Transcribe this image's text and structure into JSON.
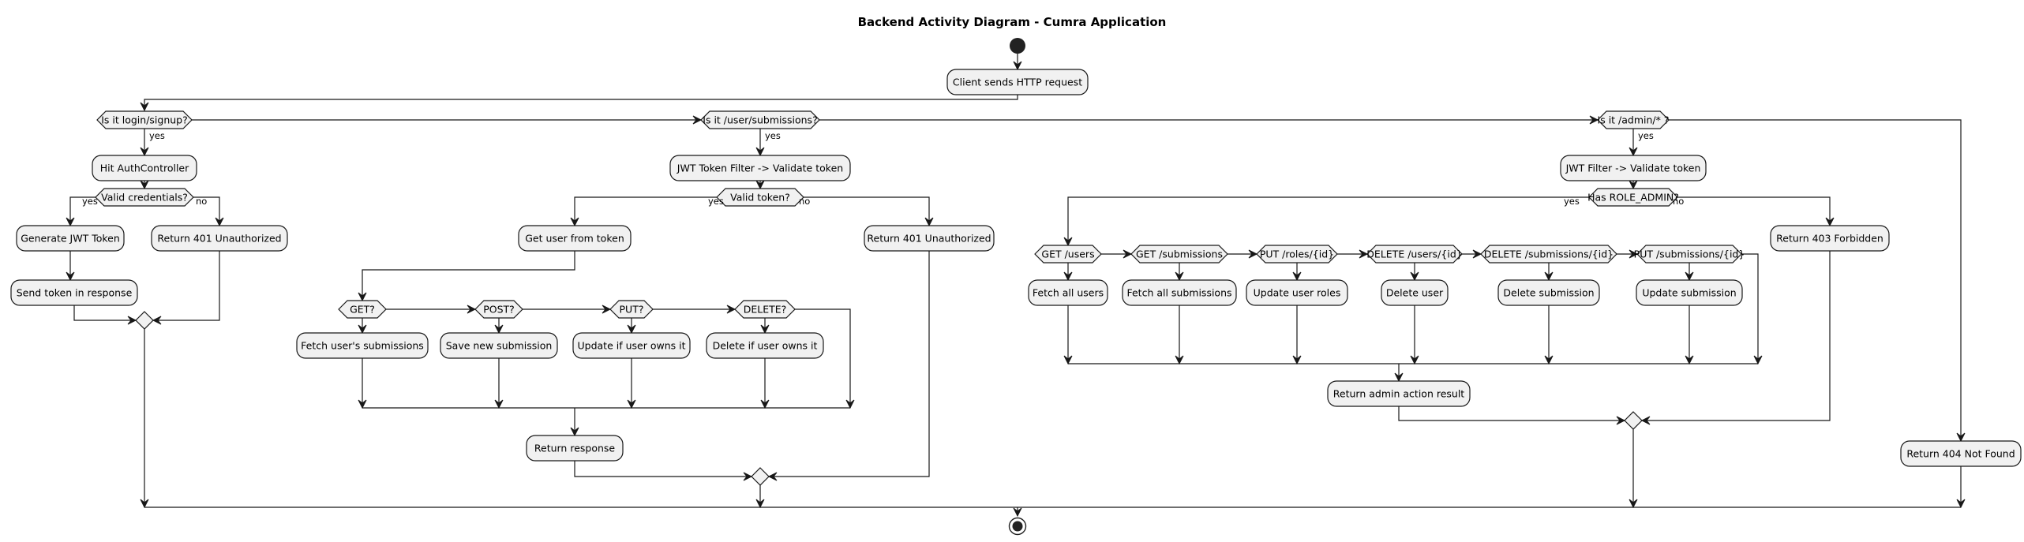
{
  "title": "Backend Activity Diagram - Cumra Application",
  "labels": {
    "yes": "yes",
    "no": "no"
  },
  "actions": {
    "client_request": "Client sends HTTP request",
    "hit_auth": "Hit AuthController",
    "gen_jwt": "Generate JWT Token",
    "send_token": "Send token in response",
    "ret401_auth": "Return 401 Unauthorized",
    "jwt_filter_user": "JWT Token Filter -> Validate token",
    "get_user": "Get user from token",
    "ret401_user": "Return 401 Unauthorized",
    "fetch_user_subs": "Fetch user's submissions",
    "save_sub": "Save new submission",
    "update_own": "Update if user owns it",
    "delete_own": "Delete if user owns it",
    "return_response": "Return response",
    "jwt_filter_admin": "JWT Filter -> Validate token",
    "ret403": "Return 403 Forbidden",
    "fetch_all_users": "Fetch all users",
    "fetch_all_subs": "Fetch all submissions",
    "update_roles": "Update user roles",
    "delete_user": "Delete user",
    "delete_sub": "Delete submission",
    "update_sub": "Update submission",
    "admin_result": "Return admin action result",
    "ret404": "Return 404 Not Found"
  },
  "decisions": {
    "is_login": "Is it login/signup?",
    "valid_creds": "Valid credentials?",
    "is_user_subs": "Is it /user/submissions?",
    "valid_token": "Valid token?",
    "get": "GET?",
    "post": "POST?",
    "put": "PUT?",
    "delete": "DELETE?",
    "is_admin": "Is it /admin/* ?",
    "has_role": "Has ROLE_ADMIN?",
    "get_users": "GET /users",
    "get_subs": "GET /submissions",
    "put_roles": "PUT /roles/{id}",
    "del_users": "DELETE /users/{id}",
    "del_subs": "DELETE /submissions/{id}",
    "put_subs": "PUT /submissions/{id}"
  }
}
